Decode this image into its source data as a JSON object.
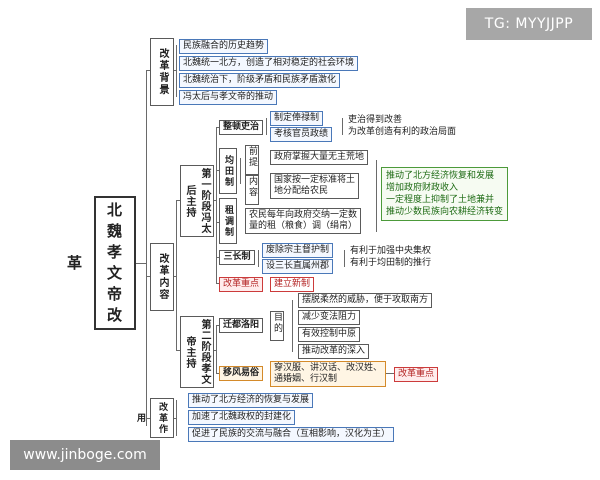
{
  "root": {
    "title": "北魏孝文帝改革"
  },
  "background": {
    "label": "改革背景",
    "items": [
      "民族融合的历史趋势",
      "北魏统一北方，创造了相对稳定的社会环境",
      "北魏统治下，阶级矛盾和民族矛盾激化",
      "冯太后与孝文帝的推动"
    ]
  },
  "content": {
    "label": "改革内容",
    "stage1": {
      "label": "第一阶段冯太后主持",
      "reform_governance": {
        "label": "整顿吏治",
        "items": [
          "制定俸禄制",
          "考核官员政绩"
        ],
        "result": "吏治得到改善\n为改革创造有利的政治局面"
      },
      "equal_field": {
        "label": "均田制",
        "premise_label": "前提",
        "premise_item": "政府掌握大量无主荒地",
        "content_label": "内容",
        "content_item": "国家按一定标准将土\n地分配给农民"
      },
      "rent_tax": {
        "label": "租调制",
        "item": "农民每年向政府交纳一定数\n量的租（粮食）调（绢帛）"
      },
      "economic_effect": "推动了北方经济恢复和发展\n增加政府财政收入\n一定程度上抑制了土地兼并\n推动少数民族向农耕经济转变",
      "three_chiefs": {
        "label": "三长制",
        "items": [
          "废除宗主督护制",
          "设三长直属州郡"
        ],
        "result": "有利于加强中央集权\n有利于均田制的推行"
      },
      "focus_label": "改革重点",
      "focus_item": "建立新制"
    },
    "stage2": {
      "label": "第二阶段孝文帝主持",
      "relocation": {
        "label": "迁都洛阳",
        "purpose_label": "目的",
        "items": [
          "摆脱柔然的威胁，便于攻取南方",
          "减少变法阻力",
          "有效控制中原",
          "推动改革的深入"
        ]
      },
      "customs": {
        "label": "移风易俗",
        "item": "穿汉服、讲汉话、改汉姓、\n通婚姻、行汉制",
        "focus": "改革重点"
      }
    }
  },
  "effects": {
    "label": "改革作用",
    "items": [
      "推动了北方经济的恢复与发展",
      "加速了北魏政权的封建化",
      "促进了民族的交流与融合（互相影响，汉化为主）"
    ]
  },
  "watermarks": {
    "top_right": "TG: MYYJJPP",
    "bottom_left": "www.jinboge.com"
  },
  "colors": {
    "green": "#4c9a3a",
    "red": "#cc3b3b",
    "blue": "#4a78b8",
    "orange": "#d48a2a"
  }
}
